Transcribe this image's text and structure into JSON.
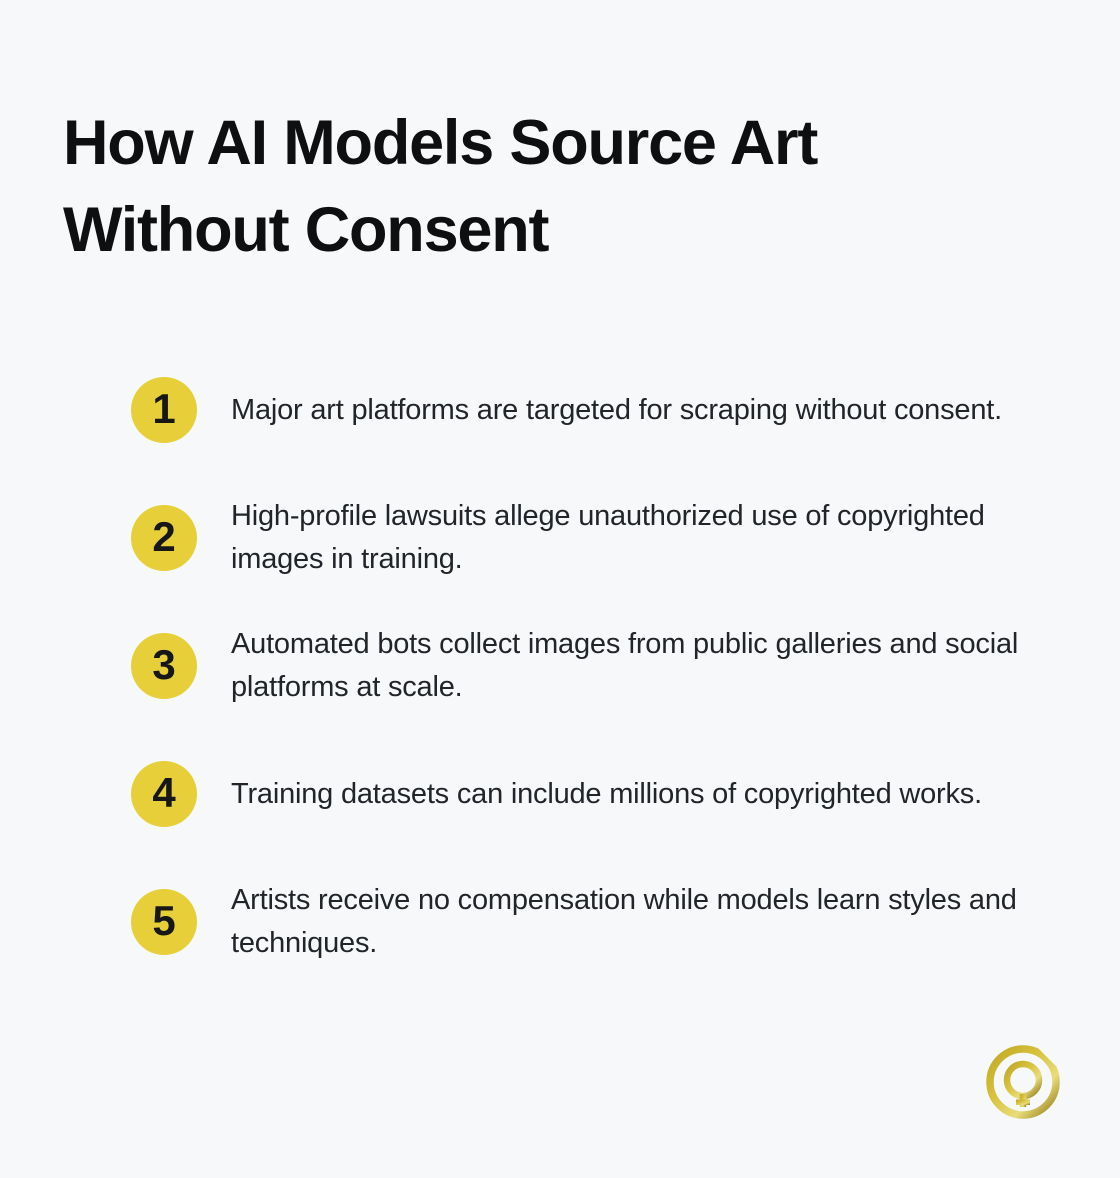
{
  "page": {
    "background_color": "#f7f8fa"
  },
  "title": {
    "lines": [
      "How AI Models Source Art",
      "Without Consent"
    ],
    "color": "#0e0f10"
  },
  "list": {
    "bullet_color": "#e7cf39",
    "number_color": "#171717",
    "text_color": "#212529",
    "items": [
      {
        "number": "1",
        "text": "Major art platforms are targeted for scraping without consent."
      },
      {
        "number": "2",
        "text": "High-profile lawsuits allege unauthorized use of copyrighted images in training."
      },
      {
        "number": "3",
        "text": "Automated bots collect images from public galleries and social platforms at scale."
      },
      {
        "number": "4",
        "text": "Training datasets can include millions of copyrighted works."
      },
      {
        "number": "5",
        "text": "Artists receive no compensation while models learn styles and techniques."
      }
    ]
  },
  "logo": {
    "name": "gold-cq-monogram",
    "gold_dark": "#8f7913",
    "gold_mid": "#bfa722",
    "gold_bright": "#d8c33e",
    "gold_light": "#e9dd7c"
  }
}
